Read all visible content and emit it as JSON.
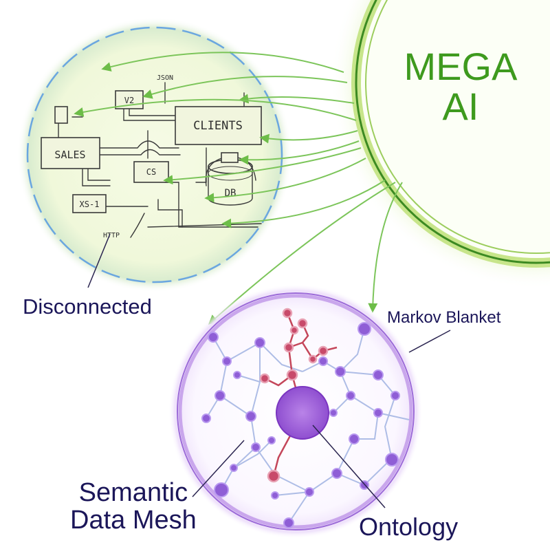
{
  "title_lines": [
    "MEGA",
    "AI"
  ],
  "labels": {
    "disconnected": "Disconnected",
    "markov_blanket": "Markov Blanket",
    "semantic_lines": [
      "Semantic",
      "Data Mesh"
    ],
    "ontology": "Ontology"
  },
  "sketch_boxes": {
    "sales": "SALES",
    "clients": "CLIENTS",
    "v2": "V2",
    "cs": "CS",
    "xs1": "XS-1",
    "db": "DB"
  },
  "sketch_notes": {
    "json": "JSON",
    "http": "HTTP"
  },
  "colors": {
    "mega_green": "#3e9a1e",
    "label_navy": "#1b1659",
    "arrow_green": "#7cc55a",
    "sphere_blue": "#6aa6e0",
    "mesh_purple": "#8f5ed6",
    "ontology_red": "#c4465a"
  }
}
